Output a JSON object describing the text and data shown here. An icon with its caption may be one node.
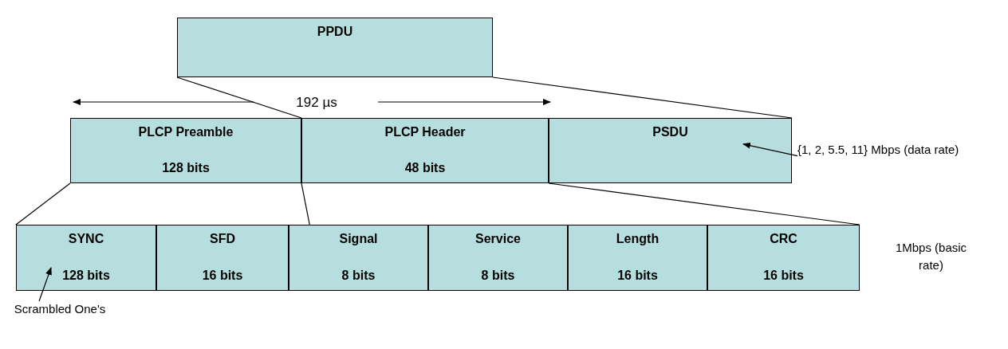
{
  "diagram": {
    "nodes": [
      {
        "text": [
          "PPDU"
        ]
      },
      {
        "text": [
          "PLCP Preamble",
          "128 bits"
        ]
      },
      {
        "text": [
          "PLCP Header",
          "48 bits"
        ]
      },
      {
        "text": [
          "PSDU"
        ]
      },
      {
        "text": [
          "SYNC",
          "128 bits"
        ]
      },
      {
        "text": [
          "SFD",
          "16 bits"
        ]
      },
      {
        "text": [
          "Signal",
          "8 bits"
        ]
      },
      {
        "text": [
          "Service",
          "8 bits"
        ]
      },
      {
        "text": [
          "Length",
          "16 bits"
        ]
      },
      {
        "text": [
          "CRC",
          "16 bits"
        ]
      },
      {
        "text": [
          "{1, 2, 5.5, 11} Mbps (data rate)"
        ]
      },
      {
        "text": [
          "Scrambled One's"
        ]
      }
    ],
    "edges": [
      {
        "from": 0,
        "to": 1,
        "arrow": "none"
      },
      {
        "from": 0,
        "to": 3,
        "arrow": "none"
      },
      {
        "from": 1,
        "to": 4,
        "arrow": "none"
      },
      {
        "from": 2,
        "to": 6,
        "arrow": "none"
      },
      {
        "from": 2,
        "to": 9,
        "arrow": "none"
      },
      {
        "from": 10,
        "to": 3,
        "arrow": "to"
      },
      {
        "from": 11,
        "to": 4,
        "arrow": "to"
      }
    ],
    "labels": [
      "192 µs",
      "1Mbps (basic rate)"
    ]
  }
}
